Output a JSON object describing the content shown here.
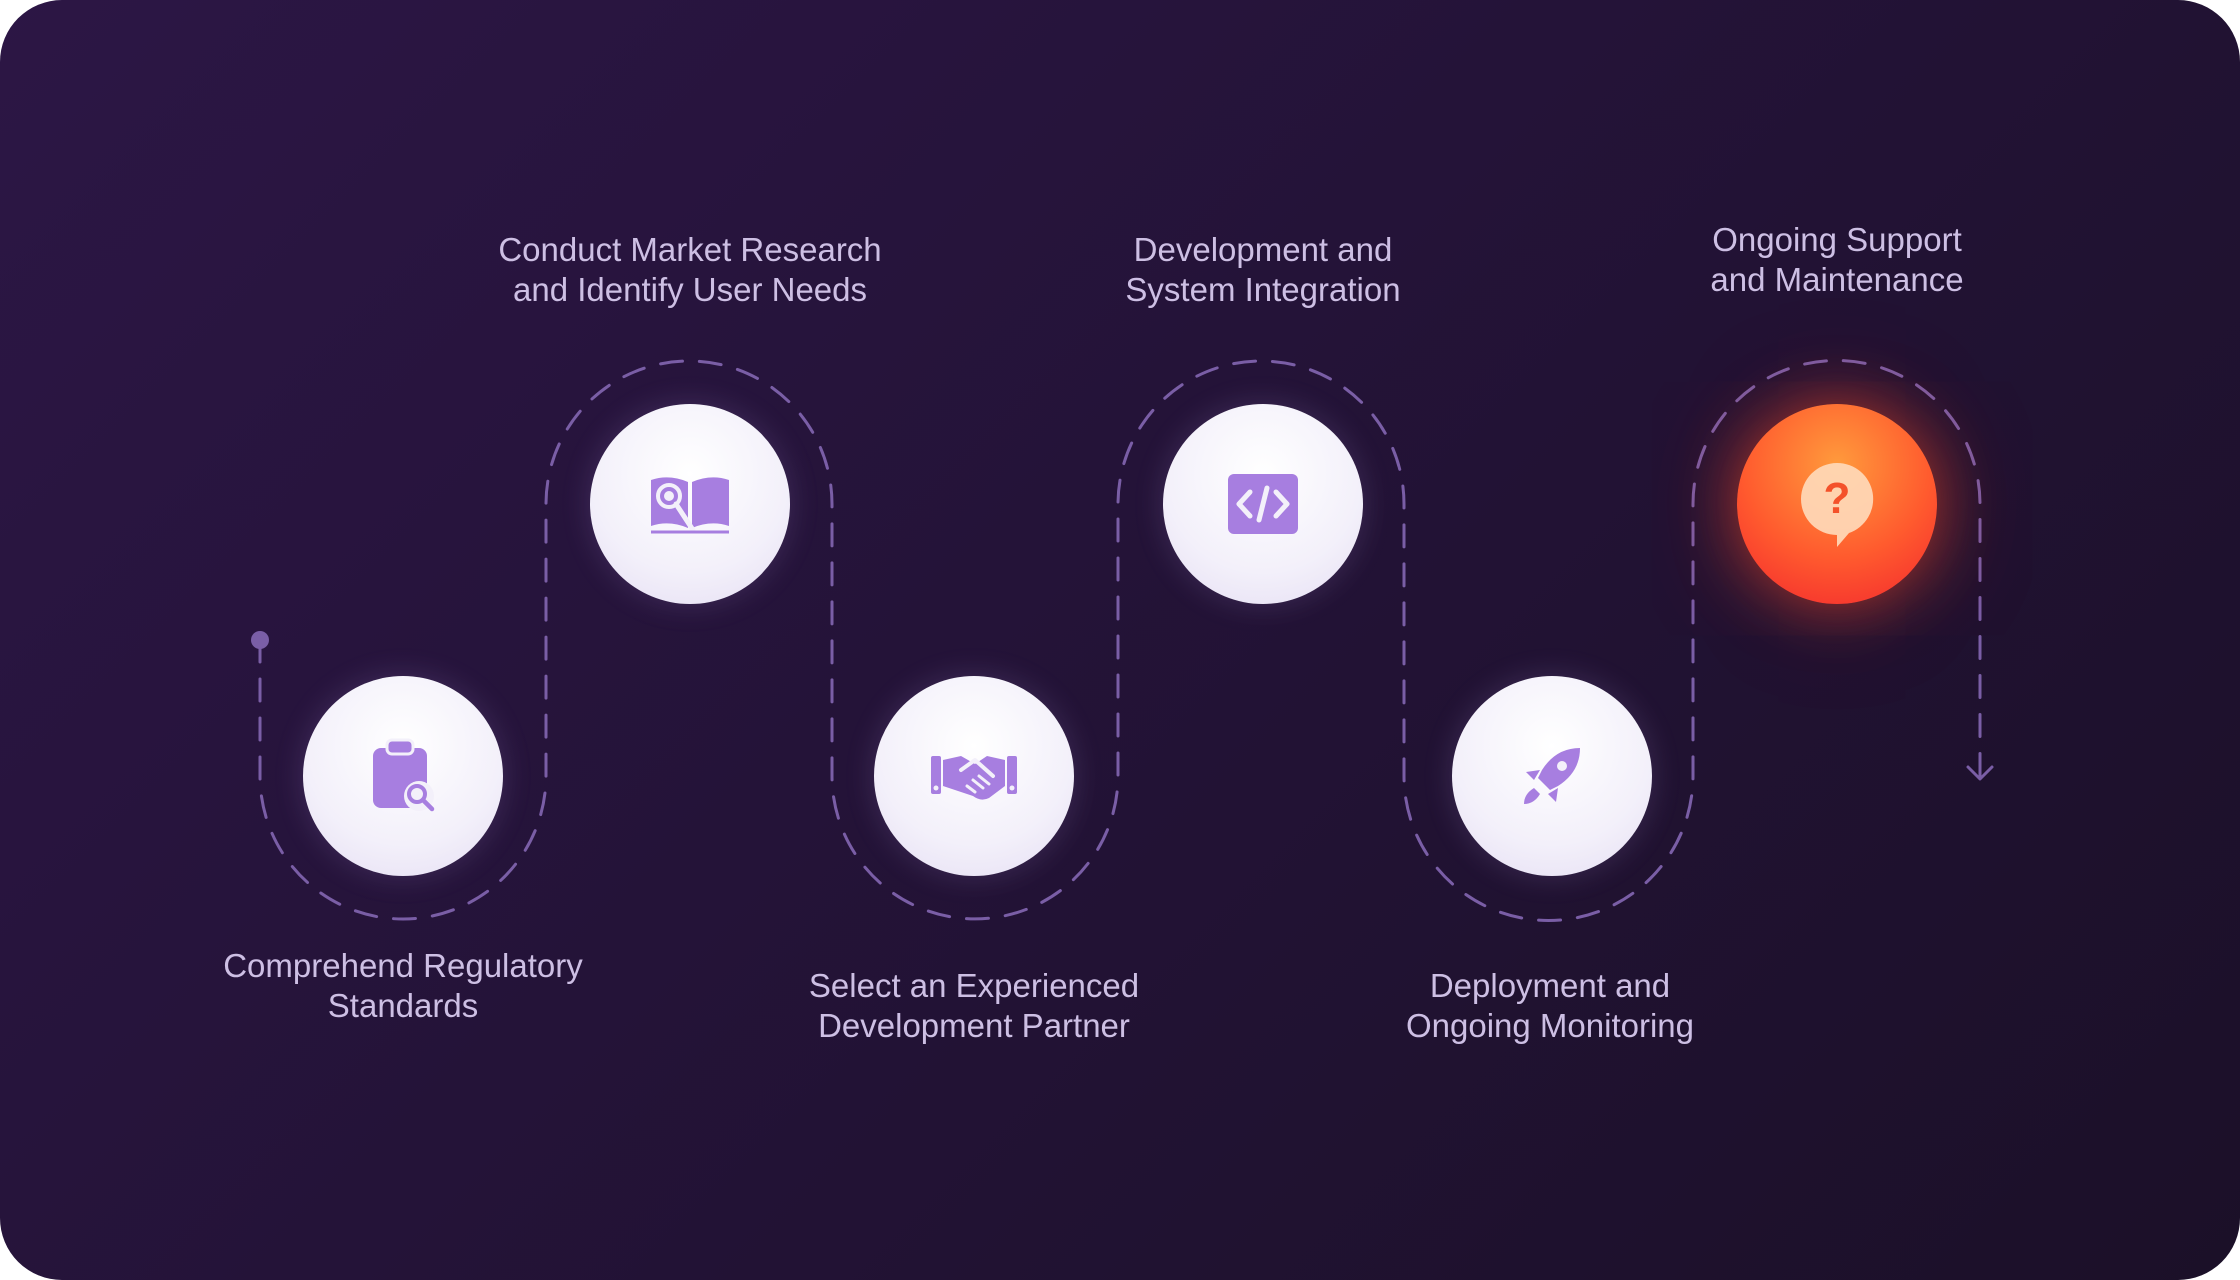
{
  "steps": [
    {
      "line1": "Comprehend Regulatory",
      "line2": "Standards",
      "icon": "clipboard-search-icon"
    },
    {
      "line1": "Conduct Market Research",
      "line2": "and Identify User Needs",
      "icon": "book-magnifier-icon"
    },
    {
      "line1": "Select an Experienced",
      "line2": "Development Partner",
      "icon": "handshake-icon"
    },
    {
      "line1": "Development and",
      "line2": "System Integration",
      "icon": "code-icon"
    },
    {
      "line1": "Deployment and",
      "line2": "Ongoing Monitoring",
      "icon": "rocket-icon"
    },
    {
      "line1": "Ongoing Support",
      "line2": "and Maintenance",
      "icon": "question-chat-icon",
      "highlighted": true
    }
  ],
  "colors": {
    "background_start": "#2c1645",
    "background_end": "#1b1028",
    "path": "#7a5ea6",
    "icon": "#a77ee0",
    "label": "#cdbfe4",
    "active_start": "#ff9a3c",
    "active_end": "#f2262f"
  }
}
